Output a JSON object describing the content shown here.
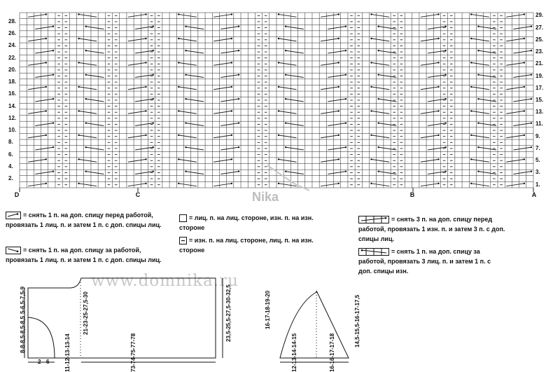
{
  "chart": {
    "rows_left": [
      "28.",
      "26.",
      "24.",
      "22.",
      "20.",
      "18.",
      "16.",
      "14.",
      "12.",
      "10.",
      "8.",
      "6.",
      "4.",
      "2."
    ],
    "rows_right": [
      "29.",
      "27.",
      "25.",
      "23.",
      "21.",
      "19.",
      "17.",
      "15.",
      "13.",
      "11.",
      "9.",
      "7.",
      "5.",
      "3.",
      "1."
    ],
    "sections": [
      "D",
      "C",
      "B",
      "A"
    ]
  },
  "legend": {
    "left": [
      {
        "icon": "cable-left-1-1-icon",
        "text": "= снять 1 п. на доп. спицу перед работой, провязать 1 лиц. п. и затем 1 п. с доп. спицы лиц."
      },
      {
        "icon": "cable-right-1-1-icon",
        "text": "= снять 1 п. на доп. спицу за работой, провязать 1 лиц. п. и затем 1 п. с доп. спицы лиц."
      }
    ],
    "middle": [
      {
        "icon": "empty-square-icon",
        "text": "= лиц. п. на лиц. стороне, изн. п. на изн. стороне"
      },
      {
        "icon": "dash-square-icon",
        "text": "= изн. п. на лиц. стороне, лиц. п. на изн. стороне"
      }
    ],
    "right": [
      {
        "icon": "cable-left-3-1-icon",
        "text": "= снять 3 п. на доп. спицу перед работой, провязать 1 изн. п. и затем 3 п. с доп. спицы лиц."
      },
      {
        "icon": "cable-right-1-3-icon",
        "text": "= снять 1 п. на доп. спицу за работой, провязать 3 лиц. п. и затем 1 п. с доп. спицы изн."
      }
    ]
  },
  "watermarks": {
    "site": "www.domnika.ru",
    "logo": "Nika"
  },
  "pattern_body": {
    "left_top": "5-6,5-7,5-9",
    "left_bottom": "8-8-8,5-8,5-8,5",
    "neck_a": "2",
    "neck_b": "6",
    "shoulder": "11-12-13-13-14",
    "armhole": "21-23-25-27,5-30",
    "length": "73-74-75-77-78",
    "right_side": "23,5-25,5-27,5-30-32,5"
  },
  "pattern_sleeve": {
    "cap": "16-17-18-19-20",
    "width_a": "12-13-14-14-15",
    "width_b": "16-16-17-17-18",
    "right_side": "14,5-15,5-16-17-17,5"
  }
}
